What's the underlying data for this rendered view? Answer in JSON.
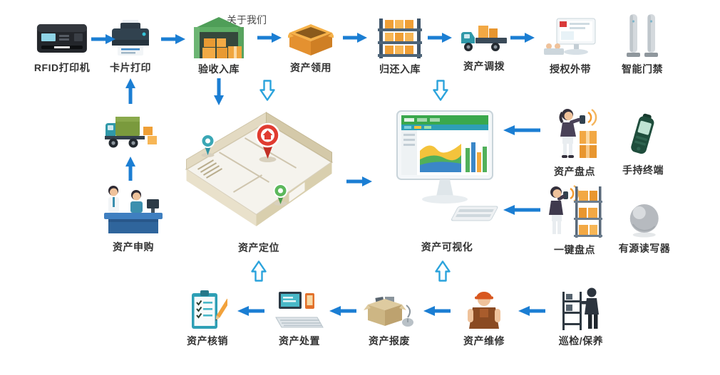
{
  "page": {
    "overlay_text": "关于我们",
    "background": "#ffffff",
    "arrow_color": "#1b7ed3",
    "hollow_arrow_color": "#2ba3dc",
    "label_color": "#333333"
  },
  "top_row": [
    {
      "label": "RFID打印机",
      "icon": "rfid-printer-icon"
    },
    {
      "label": "卡片打印",
      "icon": "card-printer-icon"
    },
    {
      "label": "验收入库",
      "icon": "warehouse-inbound-icon"
    },
    {
      "label": "资产领用",
      "icon": "open-box-icon"
    },
    {
      "label": "归还入库",
      "icon": "shelf-rack-icon"
    },
    {
      "label": "资产调拨",
      "icon": "truck-boxes-icon"
    },
    {
      "label": "授权外带",
      "icon": "monitor-auth-icon"
    },
    {
      "label": "智能门禁",
      "icon": "access-gate-icon"
    }
  ],
  "left_flow": {
    "truck_icon": "delivery-truck-icon",
    "purchase_label": "资产申购",
    "purchase_icon": "purchase-desk-icon"
  },
  "center": {
    "positioning_label": "资产定位",
    "positioning_icon": "warehouse-map-icon",
    "visualization_label": "资产可视化",
    "visualization_icon": "dashboard-monitor-icon"
  },
  "right_column": [
    {
      "label": "资产盘点",
      "icon": "inventory-person-icon"
    },
    {
      "label": "手持终端",
      "icon": "handheld-terminal-icon"
    },
    {
      "label": "一键盘点",
      "icon": "one-key-inventory-icon"
    },
    {
      "label": "有源读写器",
      "icon": "active-reader-sphere-icon"
    }
  ],
  "bottom_row": [
    {
      "label": "资产核销",
      "icon": "write-off-clipboard-icon"
    },
    {
      "label": "资产处置",
      "icon": "disposal-devices-icon"
    },
    {
      "label": "资产报废",
      "icon": "scrap-box-icon"
    },
    {
      "label": "资产维修",
      "icon": "repair-worker-icon"
    },
    {
      "label": "巡检/保养",
      "icon": "inspection-person-icon"
    }
  ]
}
